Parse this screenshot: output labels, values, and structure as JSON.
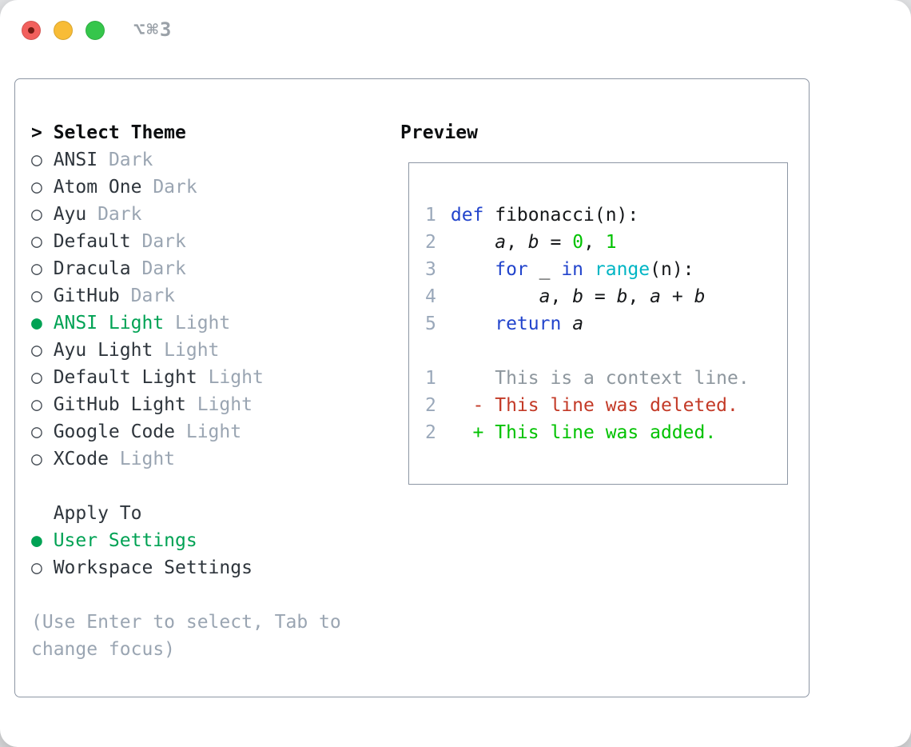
{
  "window": {
    "title": "⌥⌘3"
  },
  "theme_selector": {
    "prompt": ">",
    "title": "Select Theme",
    "items": [
      {
        "name": "ANSI",
        "variant": "Dark",
        "selected": false
      },
      {
        "name": "Atom One",
        "variant": "Dark",
        "selected": false
      },
      {
        "name": "Ayu",
        "variant": "Dark",
        "selected": false
      },
      {
        "name": "Default",
        "variant": "Dark",
        "selected": false
      },
      {
        "name": "Dracula",
        "variant": "Dark",
        "selected": false
      },
      {
        "name": "GitHub",
        "variant": "Dark",
        "selected": false
      },
      {
        "name": "ANSI Light",
        "variant": "Light",
        "selected": true
      },
      {
        "name": "Ayu Light",
        "variant": "Light",
        "selected": false
      },
      {
        "name": "Default Light",
        "variant": "Light",
        "selected": false
      },
      {
        "name": "GitHub Light",
        "variant": "Light",
        "selected": false
      },
      {
        "name": "Google Code",
        "variant": "Light",
        "selected": false
      },
      {
        "name": "XCode",
        "variant": "Light",
        "selected": false
      }
    ]
  },
  "apply_to": {
    "title": "Apply To",
    "options": [
      {
        "label": "User Settings",
        "selected": true
      },
      {
        "label": "Workspace Settings",
        "selected": false
      }
    ]
  },
  "hint_lines": [
    "(Use Enter to select, Tab to",
    "change focus)"
  ],
  "preview": {
    "title": "Preview",
    "lines": [
      {
        "num": "1",
        "tokens": [
          {
            "t": "def",
            "s": "kw"
          },
          {
            "t": " fibonacci(n):",
            "s": "plain"
          }
        ]
      },
      {
        "num": "2",
        "tokens": [
          {
            "t": "    ",
            "s": "plain"
          },
          {
            "t": "a",
            "s": "var"
          },
          {
            "t": ", ",
            "s": "plain"
          },
          {
            "t": "b",
            "s": "var"
          },
          {
            "t": " = ",
            "s": "plain"
          },
          {
            "t": "0",
            "s": "num"
          },
          {
            "t": ", ",
            "s": "plain"
          },
          {
            "t": "1",
            "s": "num"
          }
        ]
      },
      {
        "num": "3",
        "tokens": [
          {
            "t": "    ",
            "s": "plain"
          },
          {
            "t": "for",
            "s": "kw"
          },
          {
            "t": " _ ",
            "s": "plain"
          },
          {
            "t": "in",
            "s": "kw"
          },
          {
            "t": " ",
            "s": "plain"
          },
          {
            "t": "range",
            "s": "builtin"
          },
          {
            "t": "(n):",
            "s": "plain"
          }
        ]
      },
      {
        "num": "4",
        "tokens": [
          {
            "t": "        ",
            "s": "plain"
          },
          {
            "t": "a",
            "s": "var"
          },
          {
            "t": ", ",
            "s": "plain"
          },
          {
            "t": "b",
            "s": "var"
          },
          {
            "t": " = ",
            "s": "plain"
          },
          {
            "t": "b",
            "s": "var"
          },
          {
            "t": ", ",
            "s": "plain"
          },
          {
            "t": "a",
            "s": "var"
          },
          {
            "t": " + ",
            "s": "plain"
          },
          {
            "t": "b",
            "s": "var"
          }
        ]
      },
      {
        "num": "5",
        "tokens": [
          {
            "t": "    ",
            "s": "plain"
          },
          {
            "t": "return",
            "s": "kw"
          },
          {
            "t": " ",
            "s": "plain"
          },
          {
            "t": "a",
            "s": "var"
          }
        ]
      },
      {
        "num": "",
        "tokens": []
      },
      {
        "num": "1",
        "tokens": [
          {
            "t": "    This is a context line.",
            "s": "ctx"
          }
        ]
      },
      {
        "num": "2",
        "tokens": [
          {
            "t": "  - This line was deleted.",
            "s": "del"
          }
        ]
      },
      {
        "num": "2",
        "tokens": [
          {
            "t": "  + This line was added.",
            "s": "add"
          }
        ]
      }
    ]
  },
  "radio_glyphs": {
    "unselected": "○",
    "selected": "●"
  },
  "colors": {
    "text": "#2e353c",
    "muted": "#9aa5b2",
    "muted-dark": "#9aa1a8",
    "radio": "#454c54",
    "green-sel": "#00a254",
    "border": "#8d96a4",
    "gutter": "#9aa8ba",
    "code-plain": "#16181a",
    "kw": "#2244cc",
    "builtin": "#00b5c4",
    "num": "#00c200",
    "ctx": "#8e979e",
    "del": "#c33a27",
    "add": "#00c200",
    "tl-red": "#f2605d",
    "tl-red-dot": "#741b13",
    "tl-yellow": "#f8bc36",
    "tl-green": "#35c64b"
  }
}
